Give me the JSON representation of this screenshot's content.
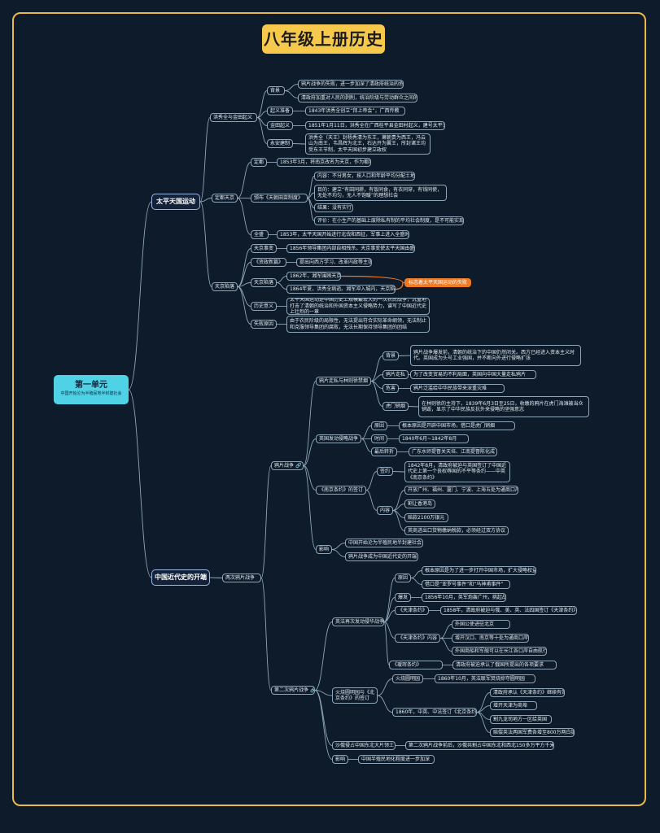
{
  "title": "八年级上册历史",
  "root": {
    "title": "第一单元",
    "subtitle": "中国开始沦为半殖民地半封建社会"
  },
  "link_icon": "link-icon",
  "nodes": {
    "b_taiping": "太平天国运动",
    "b_jindai": "中国近代史的开端",
    "hong_jintian": "洪秀全与金田起义",
    "bg": "背景",
    "bg1": "鸦片战争的失败，进一步加深了清政府统治的危机",
    "bg2": "清政府加重对人民的剥削，统治阶级与劳动群众之间的矛盾激化",
    "qiyi_zb": "起义准备",
    "qiyi_zb1": "1843年洪秀全创立“拜上帝会”，广西传教",
    "jintian": "金田起义",
    "jintian1": "1851年1月11日，洪秀全在广西桂平县金田村起义，建号太平天国",
    "yongan": "永安建制",
    "yongan1": "洪秀全（天王）封杨秀清为东王，萧朝贵为西王，冯云山为南王，韦昌辉为北王，石达开为翼王，所封诸王均受东王节制，太平天国初步建立政权",
    "dingdu": "定都天京",
    "dingdu_sub": "定都",
    "dingdu1": "1853年3月，将南京改名为天京，作为都城",
    "tianchao": "颁布《天朝田亩制度》",
    "tc1": "内容：不分男女，按人口和年龄平均分配土地",
    "tc2": "目的：建立“有田同耕，有饭同食，有衣同穿，有钱同使，无处不均匀，无人不饱暖”的理想社会",
    "tc3": "结果：没有实行",
    "tc4": "评价：在小生产的基础上废除私有制的平均社会制度，是不可能实现的",
    "quansheng": "全盛",
    "quansheng1": "1853年，太平天国开始进行北伐和西征，军事上进入全盛时期",
    "tianjing_xl": "天京陷落",
    "tj_shibian": "天京事变",
    "tj_shibian1": "1856年领导集团内部自相残杀，天京事变使太平天国由盛转衰",
    "zizheng": "《资政新篇》",
    "zizheng1": "提出向西方学习、改革内政等主张",
    "tj_xianluo": "天京陷落",
    "tjx1": "1862年，湘军围困天京",
    "tjx2": "1864年夏，洪秀全病逝。湘军冲入城内，天京陷落",
    "orange": "标志着太平天国运动的失败",
    "lishi_yiyi": "历史意义",
    "lishi_yiyi1": "太平天国运动是中国历史上规模最宏大的一次农民战争，沉重地打击了清朝的统治和外国资本主义侵略势力，谱写了中国近代史上壮烈的一章",
    "shibai": "失败原因",
    "shibai1": "由于农民阶级的局限性，无法提出符合实际革命纲领，无法制止和克服领导集团的腐败，无法长期保持领导集团的团结",
    "yapian": "鸦片战争",
    "yp_jinyan": "鸦片走私与林则徐禁烟",
    "yj_bg": "背景",
    "yj_bg1": "鸦片战争爆发前，清朝的统治下的中国仍然闭关。西方已经进入资本主义时代。英国成为头号工业强国，并不断向外进行侵略扩张",
    "yj_zousi": "鸦片走私",
    "yj_zousi1": "为了改变贸易的不利局面，英国向中国大量走私鸦片",
    "yj_weihai": "危害",
    "yj_weihai1": "鸦片泛滥给中华民族带来深重灾难",
    "yj_humen": "虎门销烟",
    "yj_humen1": "在林则徐的主持下，1839年6月3日至25日，收缴的鸦片在虎门海滩被当众销毁，显示了中华民族反抗外来侵略的坚强意志",
    "yp_fadong": "英国发动侵略战争",
    "fd_yy": "原因",
    "fd_yy1": "根本原因是开辟中国市场，借口是虎门销烟",
    "fd_sj": "时间",
    "fd_sj1": "1840年6月~1842年8月",
    "fd_zz": "最后转折",
    "fd_zz1": "广东水师提督关天培、江南提督陈化成",
    "nanjing": "《南京条约》的签订",
    "nj_qy": "签约",
    "nj_qy1": "1842年8月，清政府被迫与英国签订了中国近代史上第一个丧权辱国的不平等条约——中英《南京条约》",
    "nj_nr": "内容",
    "nj_nr1": "开放广州、福州、厦门、宁波、上海五处为通商口岸",
    "nj_nr2": "割让香港岛",
    "nj_nr3": "赔款2100万银元",
    "nj_nr4": "英商进出口货物缴纳税款，必须经过双方协议",
    "yp_yx": "影响",
    "yp_yx1": "中国开始沦为半殖民地半封建社会",
    "yp_yx2": "鸦片战争成为中国近代史的开端",
    "dier": "两次鸦片战争",
    "dier_node": "第二次鸦片战争",
    "ee_fadong": "英法再次发动侵华战争",
    "ee_yy": "原因",
    "ee_yy1": "根本原因是为了进一步打开中国市场，扩大侵略权益",
    "ee_yy2": "借口是“亚罗号事件”和“马神甫事件”",
    "ee_bf": "爆发",
    "ee_bf1": "1856年10月，英军炮轰广州，挑起战争",
    "tianjin": "《天津条约》",
    "tianjin1": "1858年，清政府被迫与俄、美、英、法四国签订《天津条约》",
    "tj_nr": "《天津条约》内容",
    "tj_nr1": "外国公使进驻北京",
    "tj_nr2": "增开汉口、南京等十处为通商口岸",
    "tj_nr3": "外国商船和军舰可以在长江各口岸自由航行",
    "aihui": "《瑷珲条约》",
    "aihui1": "清政府被迫承认了俄国所提出的各项要求",
    "yuanming": "火烧圆明园与《北京条约》的签订",
    "ym_1": "火烧圆明园",
    "ym_11": "1860年10月，英法联军焚烧掠夺圆明园",
    "bj_1": "1860年，中英、中法签订《北京条约》",
    "bj_11": "清政府承认《天津条约》继续有效",
    "bj_12": "增开天津为商埠",
    "bj_13": "割九龙司地方一区给英国",
    "bj_14": "赔偿英法两国军费各增至800万两白银",
    "eluo": "沙俄侵占中国东北大片领土",
    "eluo1": "第二次鸦片战争前后，沙俄共割占中国东北和西北150多万平方千米领土",
    "ee_yx": "影响",
    "ee_yx1": "中国半殖民地化程度进一步加深"
  }
}
